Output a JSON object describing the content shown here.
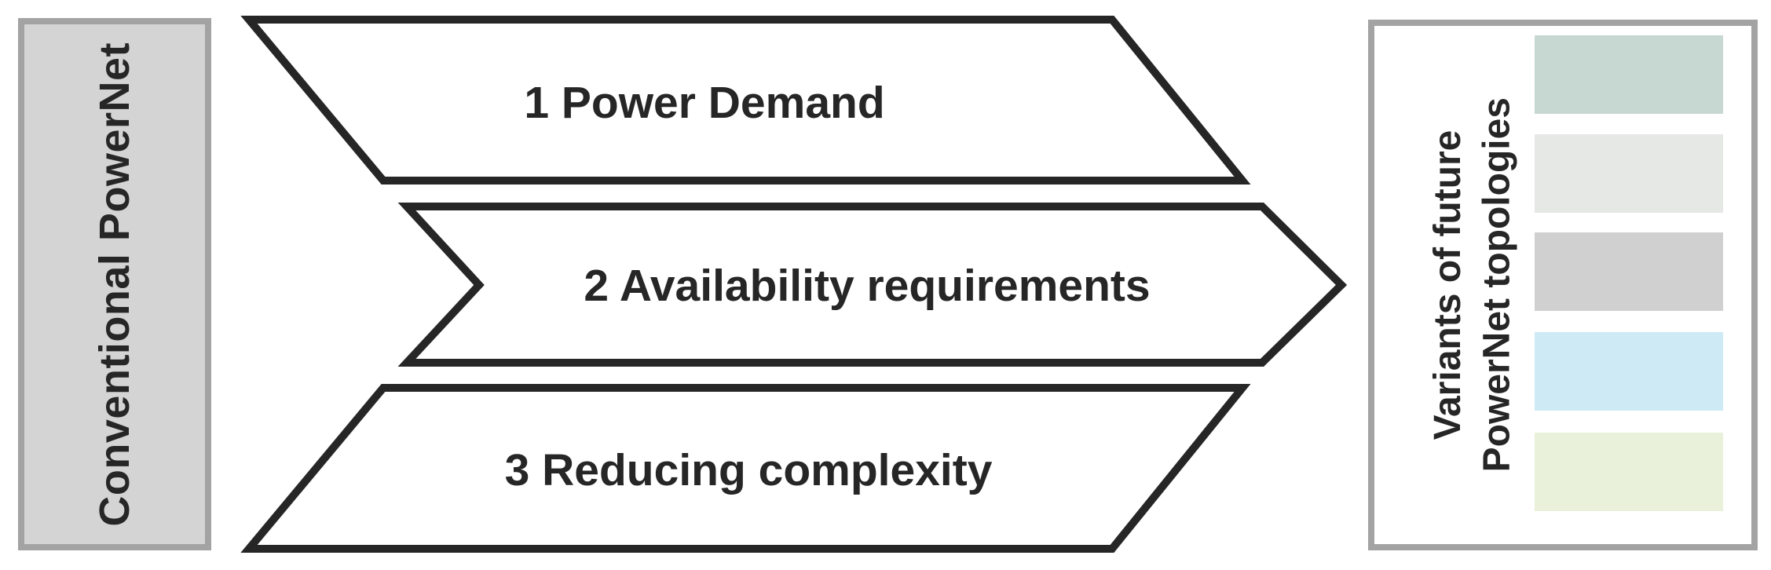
{
  "left_box": {
    "label": "Conventional PowerNet"
  },
  "process_steps": [
    {
      "label": "1 Power Demand"
    },
    {
      "label": "2 Availability requirements"
    },
    {
      "label": "3 Reducing complexity"
    }
  ],
  "right_box": {
    "label_line1": "Variants of future",
    "label_line2": "PowerNet topologies",
    "swatches": [
      {
        "name": "muted-teal",
        "color": "#c7d7d1"
      },
      {
        "name": "light-warm-gray",
        "color": "#e5e8e4"
      },
      {
        "name": "light-gray",
        "color": "#d0d0d0"
      },
      {
        "name": "pale-blue",
        "color": "#cdeaf5"
      },
      {
        "name": "pale-green",
        "color": "#e9f1db"
      }
    ]
  },
  "colors": {
    "ink": "#262626",
    "box-border": "#a3a3a3",
    "box-fill": "#d4d4d4",
    "background": "#ffffff"
  }
}
